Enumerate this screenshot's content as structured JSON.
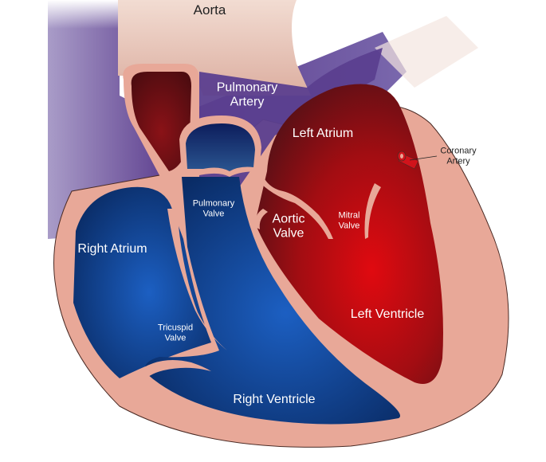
{
  "diagram": {
    "title": "Heart anatomy cross-section",
    "colors": {
      "background": "#ffffff",
      "tissue": "#e8a898",
      "tissue_dark": "#c98878",
      "aorta_vessel": "#e9c8bc",
      "oxygenated_bright": "#d40c12",
      "oxygenated_dark": "#5a0f14",
      "deoxygenated_bright": "#1a5bbd",
      "deoxygenated_dark": "#0b2f6b",
      "vein_purple": "#5a3b8c",
      "vein_purple_light": "#a89ac6",
      "label_light": "#ffffff",
      "label_dark": "#222222",
      "outline": "#4a2a24"
    },
    "labels": {
      "aorta": "Aorta",
      "pulmonary_artery": "Pulmonary\nArtery",
      "left_atrium": "Left Atrium",
      "coronary_artery": "Coronary\nArtery",
      "pulmonary_valve": "Pulmonary\nValve",
      "aortic_valve": "Aortic\nValve",
      "mitral_valve": "Mitral\nValve",
      "right_atrium": "Right Atrium",
      "tricuspid_valve": "Tricuspid\nValve",
      "left_ventricle": "Left Ventricle",
      "right_ventricle": "Right Ventricle"
    }
  }
}
